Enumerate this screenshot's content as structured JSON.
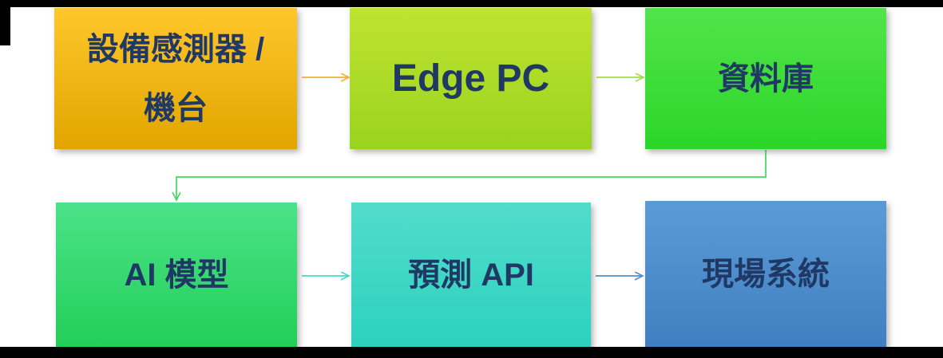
{
  "diagram": {
    "background": "#FFFFFF",
    "frame_color": "#000000",
    "text_color": "#1F3864",
    "nodes": [
      {
        "id": "device-sensors",
        "label": "設備感測器 / 機台",
        "lines": [
          "設備感測器 /",
          "機台"
        ],
        "gradient_top": "#FFC72C",
        "gradient_bottom": "#E2A500"
      },
      {
        "id": "edge-pc",
        "label": "Edge PC",
        "lines": [
          "Edge PC"
        ],
        "gradient_top": "#BFE431",
        "gradient_bottom": "#9AD31E"
      },
      {
        "id": "database",
        "label": "資料庫",
        "lines": [
          "資料庫"
        ],
        "gradient_top": "#52E44B",
        "gradient_bottom": "#2BD628"
      },
      {
        "id": "ai-model",
        "label": "AI 模型",
        "lines": [
          "AI 模型"
        ],
        "gradient_top": "#4BE389",
        "gradient_bottom": "#23CE58"
      },
      {
        "id": "prediction-api",
        "label": "預測 API",
        "lines": [
          "預測 API"
        ],
        "gradient_top": "#52DCCB",
        "gradient_bottom": "#2DD1BF"
      },
      {
        "id": "field-system",
        "label": "現場系統",
        "lines": [
          "現場系統"
        ],
        "gradient_top": "#5B9BD5",
        "gradient_bottom": "#4080C2"
      }
    ],
    "connectors": [
      {
        "from": "device-sensors",
        "to": "edge-pc",
        "color": "#F2AE3C"
      },
      {
        "from": "edge-pc",
        "to": "database",
        "color": "#A5DB4B"
      },
      {
        "from": "database",
        "to": "ai-model",
        "color": "#3FD95C"
      },
      {
        "from": "ai-model",
        "to": "prediction-api",
        "color": "#49D7C4"
      },
      {
        "from": "prediction-api",
        "to": "field-system",
        "color": "#4E8FD2"
      }
    ]
  }
}
